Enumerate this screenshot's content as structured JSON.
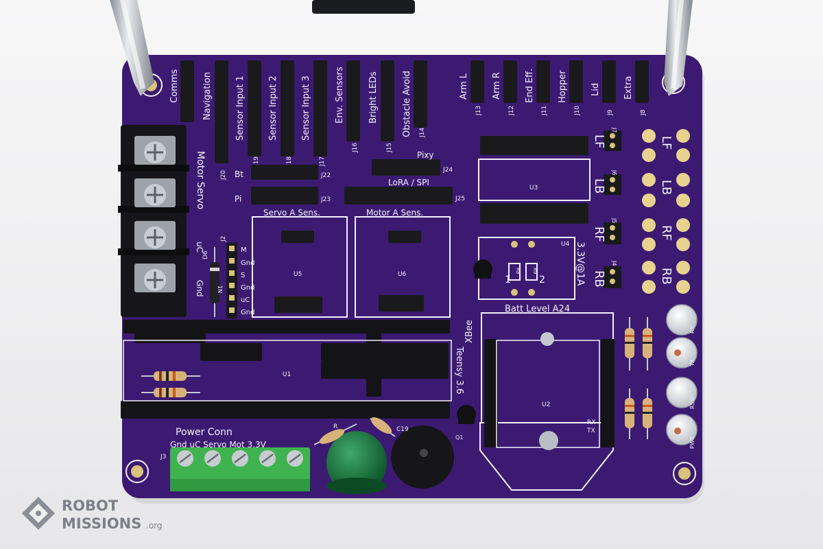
{
  "board": {
    "headers_top": [
      "Comms",
      "Navigation",
      "Sensor Input 1",
      "Sensor Input 2",
      "Sensor Input 3",
      "Env. Sensors",
      "Bright LEDs",
      "Obstacle Avoid",
      "Arm L",
      "Arm R",
      "End Eff.",
      "Hopper",
      "Lid",
      "Extra"
    ],
    "header_refs": [
      "J20",
      "J19",
      "J18",
      "J17",
      "J16",
      "J15",
      "J14",
      "J13",
      "J12",
      "J11",
      "J10",
      "J9",
      "J8"
    ],
    "motor_servo_label": "Motor Servo",
    "uc_label": "uC",
    "gnd_label": "Gnd",
    "diode_label": "D6",
    "diode_part": "1N",
    "j2_label": "J2",
    "j2_pins": [
      "M",
      "Gnd",
      "S",
      "Gnd",
      "uC",
      "Gnd"
    ],
    "bt_label": "Bt",
    "pi_label": "Pi",
    "j22": "J22",
    "j23": "J23",
    "pixy_label": "Pixy",
    "j24": "J24",
    "lora_label": "LoRA / SPI",
    "j25": "J25",
    "servo_a_sens": "Servo A Sens.",
    "motor_a_sens": "Motor A Sens.",
    "u5": "U5",
    "u6": "U6",
    "u3": "U3",
    "u4": "U4",
    "u1": "U1",
    "u2": "U2",
    "reg_label": "3.3V@1A",
    "batt_level": "Batt Level A24",
    "r8": "R8",
    "r9": "R9",
    "pad1": "1",
    "pad2": "2",
    "xbee": "XBee",
    "teensy": "Teensy 3.6",
    "rx": "RX",
    "tx": "TX",
    "q1": "Q1",
    "power_conn": "Power Conn",
    "power_pins": "Gnd uC Servo Mot 3.3V",
    "j3": "J3",
    "c19": "C19",
    "r_label": "R",
    "right_refs": [
      "J7",
      "J6",
      "J5",
      "J4"
    ],
    "right_labels": [
      "LF",
      "LB",
      "RF",
      "RB"
    ],
    "led_labels": [
      "RX",
      "TX",
      "RSSI",
      "PWR"
    ]
  },
  "watermark": {
    "line1": "ROBOT",
    "line2": "MISSIONS",
    "suffix": ".org"
  },
  "colors": {
    "pcb": "#3c1a72",
    "silkscreen": "#f4f1f8",
    "header": "#1a1a1d",
    "terminal_green": "#3fb34f",
    "led_green": "#0f6b34",
    "background": "#eeeeef"
  }
}
